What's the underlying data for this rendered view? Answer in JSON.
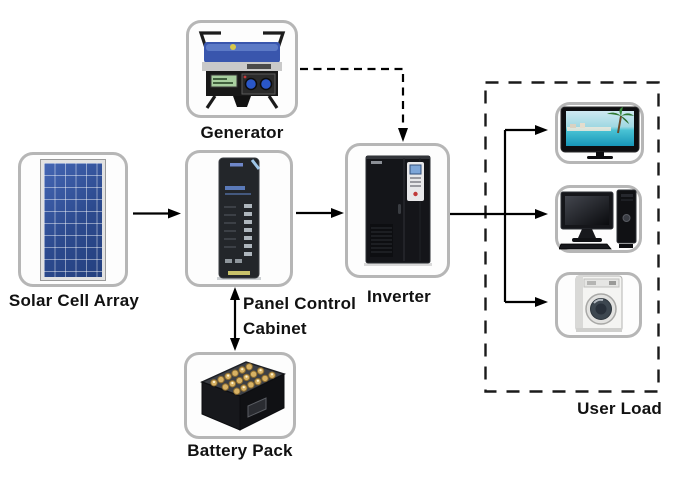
{
  "diagram": {
    "type": "block-diagram",
    "subject": "Solar power system with generator backup, battery storage, inverter and user loads",
    "nodes": {
      "solar": {
        "label": "Solar Cell Array"
      },
      "generator": {
        "label": "Generator"
      },
      "cabinet": {
        "label_line1": "Panel Control",
        "label_line2": "Cabinet"
      },
      "battery": {
        "label": "Battery Pack"
      },
      "inverter": {
        "label": "Inverter"
      },
      "user_load": {
        "label": "User Load",
        "devices": [
          "tv",
          "desktop-computer",
          "washing-machine"
        ]
      }
    },
    "edges": [
      {
        "from": "solar",
        "to": "cabinet",
        "style": "solid",
        "arrow": "single"
      },
      {
        "from": "generator",
        "to": "inverter",
        "style": "dashed",
        "arrow": "single"
      },
      {
        "from": "cabinet",
        "to": "inverter",
        "style": "solid",
        "arrow": "single"
      },
      {
        "from": "cabinet",
        "to": "battery",
        "style": "solid",
        "arrow": "double"
      },
      {
        "from": "inverter",
        "to": "user_load",
        "style": "solid",
        "arrow": "branch-to-each-device"
      }
    ],
    "colors": {
      "background": "#ffffff",
      "line": "#000000",
      "node_border": "#b6b6b6",
      "label_text": "#111111",
      "solar_panel_blue": "#33529b",
      "generator_blue": "#3956ad",
      "battery_terminal_gold": "#d8b264",
      "tv_sea_teal": "#2fb9cd"
    }
  }
}
